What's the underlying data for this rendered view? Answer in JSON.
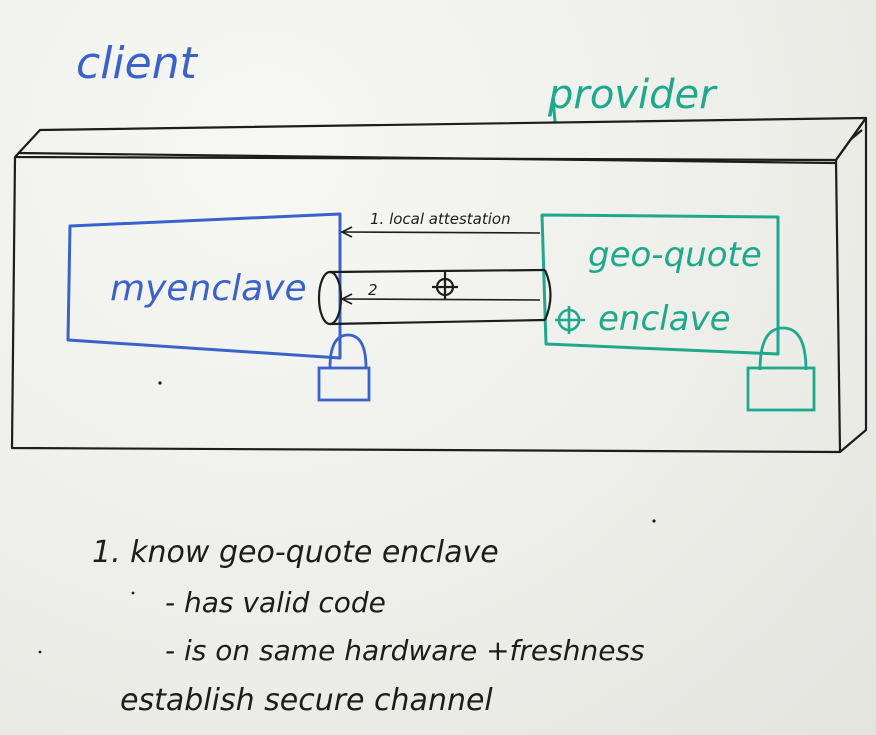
{
  "labels": {
    "client": "client",
    "provider": "provider",
    "my_enclave": "myenclave",
    "geo_quote_line1": "geo-quote",
    "geo_quote_line2": "enclave",
    "arrow1": "1. local attestation",
    "arrow2": "2"
  },
  "notes": {
    "line1": "1. know geo-quote enclave",
    "line2": "- has valid code",
    "line3": "- is on same hardware +freshness",
    "line4": "establish secure channel"
  },
  "colors": {
    "client": "#3a62c9",
    "provider": "#1fa98c",
    "ink": "#1d1d1d",
    "board": "#efeeea"
  },
  "icons": {
    "client_lock": "padlock-icon",
    "provider_lock": "padlock-icon",
    "channel_key": "crosshair-icon",
    "provider_key": "crosshair-icon"
  }
}
